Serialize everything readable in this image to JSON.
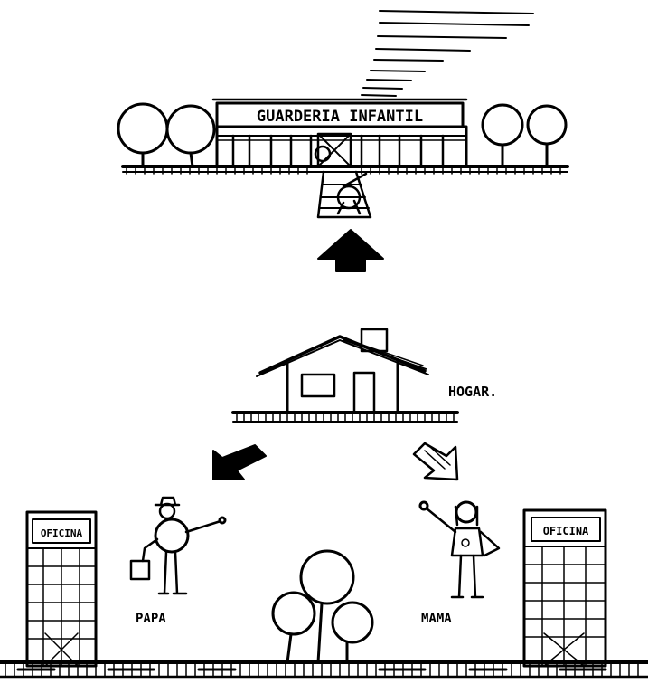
{
  "daycare": {
    "sign": "GUARDERIA INFANTIL"
  },
  "home": {
    "label": "HOGAR."
  },
  "office_left": {
    "label": "OFICINA"
  },
  "office_right": {
    "label": "OFICINA"
  },
  "father": {
    "label": "PAPA"
  },
  "mother": {
    "label": "MAMA"
  },
  "arrows": {
    "up": "up-arrow-icon",
    "down_left": "down-left-arrow-icon",
    "down_right": "down-right-arrow-icon"
  },
  "colors": {
    "ink": "#000000",
    "paper": "#ffffff"
  }
}
